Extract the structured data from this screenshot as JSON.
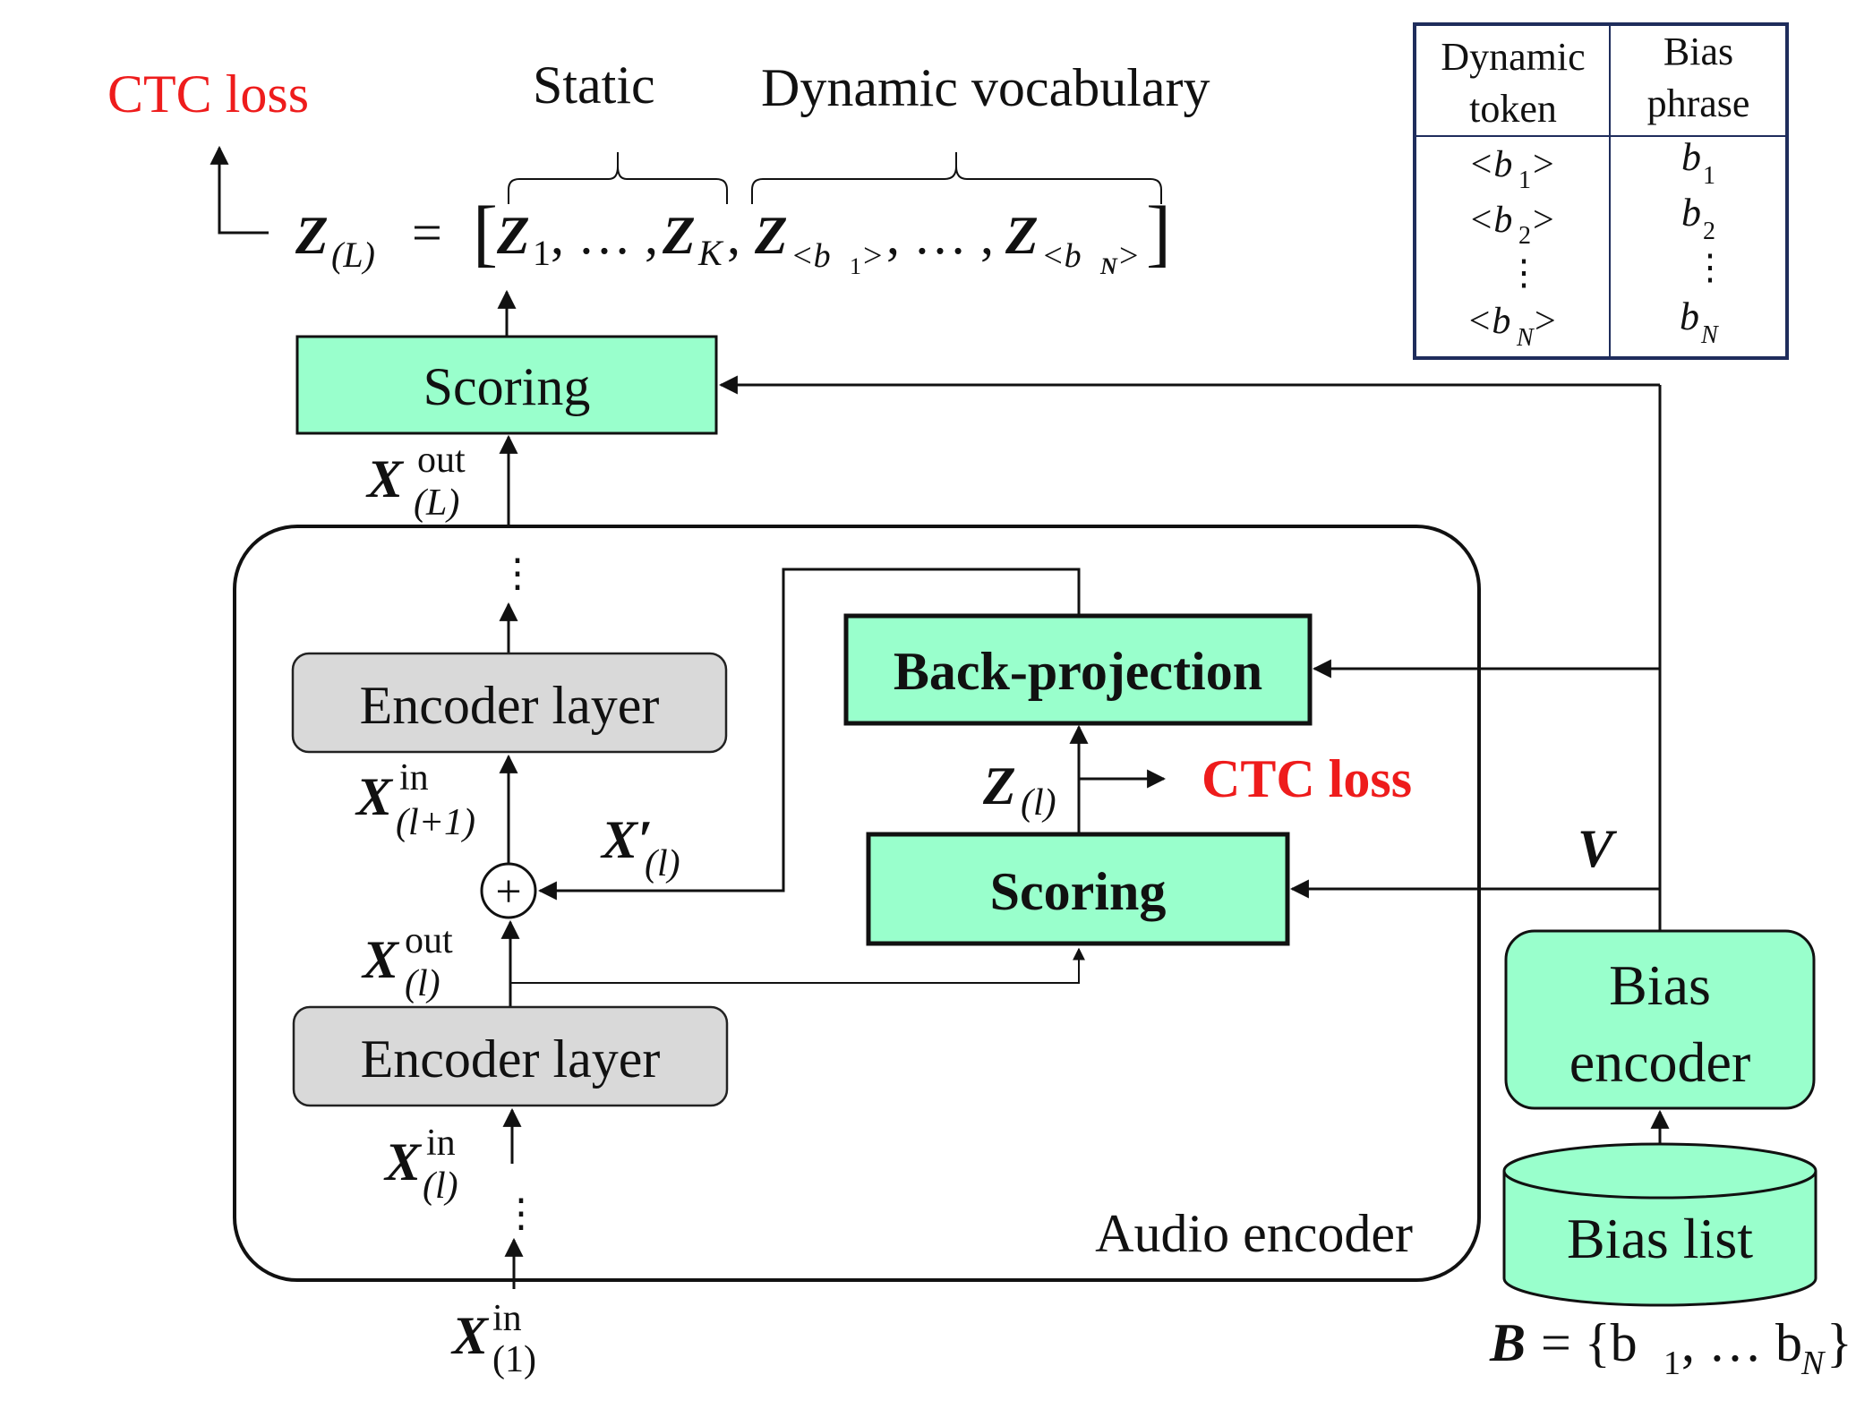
{
  "labels": {
    "ctc_loss_top": "CTC loss",
    "static": "Static",
    "dynamic_vocabulary": "Dynamic vocabulary",
    "scoring_top": "Scoring",
    "back_projection": "Back-projection",
    "ctc_loss_mid": "CTC loss",
    "scoring_mid": "Scoring",
    "encoder_layer_upper": "Encoder layer",
    "encoder_layer_lower": "Encoder layer",
    "audio_encoder": "Audio encoder",
    "bias_encoder_line1": "Bias",
    "bias_encoder_line2": "encoder",
    "bias_list": "Bias list",
    "v_symbol": "V",
    "plus_symbol": "+"
  },
  "equations": {
    "z_out_lhs": "Z",
    "z_out_lhs_sub": "(L)",
    "equals": "=",
    "z_bracket_open": "[",
    "z1": "Z",
    "z1_sub": "1",
    "ellipsis1": ", … ,",
    "zk": "Z",
    "zk_sub": "K",
    "comma": ",",
    "zb1": "Z",
    "zb1_sub": "<b",
    "zb1_sub2": "1",
    "zb1_close": ">",
    "ellipsis2": ", … ,",
    "zbn": "Z",
    "zbn_sub": "<b",
    "zbn_sub2": "N",
    "zbn_close": ">",
    "z_bracket_close": "]",
    "x_out_L": "X",
    "x_out_L_sup": "out",
    "x_out_L_sub": "(L)",
    "x_in_l1": "X",
    "x_in_l1_sup": "in",
    "x_in_l1_sub": "(l+1)",
    "x_prime": "X′",
    "x_prime_sub": "(l)",
    "x_out_l": "X",
    "x_out_l_sup": "out",
    "x_out_l_sub": "(l)",
    "x_in_l": "X",
    "x_in_l_sup": "in",
    "x_in_l_sub": "(l)",
    "x_in_1": "X",
    "x_in_1_sup": "in",
    "x_in_1_sub": "(1)",
    "z_l": "Z",
    "z_l_sub": "(l)",
    "bias_set_B": "B",
    "bias_set_rest": " = {b",
    "bias_set_sub1": "1",
    "bias_set_mid": ", … b",
    "bias_set_subN": "N",
    "bias_set_close": "}"
  },
  "table": {
    "headers": [
      {
        "line1": "Dynamic",
        "line2": "token"
      },
      {
        "line1": "Bias",
        "line2": "phrase"
      }
    ],
    "rows": [
      {
        "token": "<b",
        "token_sub": "1",
        "token_close": ">",
        "phrase": "b",
        "phrase_sub": "1"
      },
      {
        "token": "<b",
        "token_sub": "2",
        "token_close": ">",
        "phrase": "b",
        "phrase_sub": "2"
      },
      {
        "token": "⋮",
        "token_sub": "",
        "token_close": "",
        "phrase": "⋮",
        "phrase_sub": ""
      },
      {
        "token": "<b",
        "token_sub": "N",
        "token_close": ">",
        "phrase": "b",
        "phrase_sub": "N"
      }
    ]
  },
  "colors": {
    "accent_green": "#99ffcc",
    "encoder_gray": "#d9d9d9",
    "loss_red": "#ee1c1c",
    "table_border": "#1f2d5c"
  }
}
